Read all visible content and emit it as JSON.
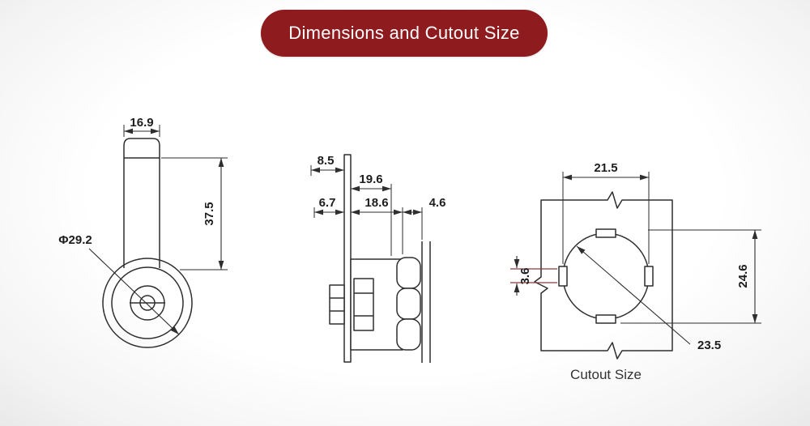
{
  "banner": {
    "title": "Dimensions and Cutout Size"
  },
  "front_view": {
    "width": "16.9",
    "height": "37.5",
    "diameter": "Φ29.2"
  },
  "side_view": {
    "top_offset": "8.5",
    "cam_length": "19.6",
    "base_offset": "6.7",
    "body_length": "18.6",
    "head_thickness": "4.6"
  },
  "cutout_view": {
    "width": "21.5",
    "height": "24.6",
    "notch_depth": "3.6",
    "diameter": "23.5",
    "caption": "Cutout Size"
  },
  "colors": {
    "banner_bg": "#8e1b1e",
    "banner_text": "#ffffff",
    "line": "#2e2e2e",
    "accent_line": "#8a3a3a",
    "background": "#fcfcfc"
  }
}
